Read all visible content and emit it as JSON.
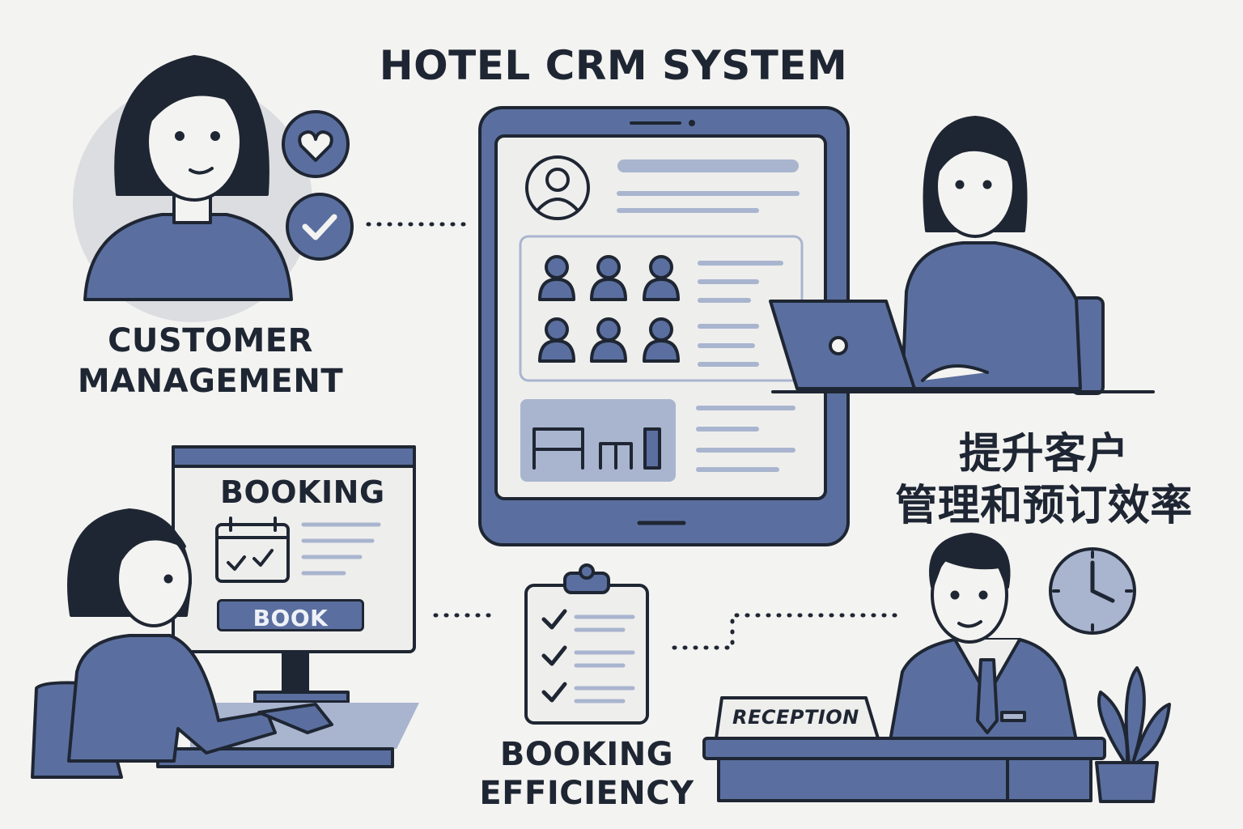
{
  "title": "HOTEL CRM SYSTEM",
  "customer_management": {
    "line1": "CUSTOMER",
    "line2": "MANAGEMENT"
  },
  "booking_screen": {
    "heading": "BOOKING",
    "button": "BOOK"
  },
  "booking_efficiency": {
    "line1": "BOOKING",
    "line2": "EFFICIENCY"
  },
  "reception_sign": "RECEPTION",
  "chinese_caption": {
    "line1": "提升客户",
    "line2": "管理和预订效率"
  },
  "colors": {
    "background": "#f3f3f1",
    "primary_blue": "#5a6f9f",
    "light_blue": "#a9b5cf",
    "outline": "#1f2633"
  }
}
